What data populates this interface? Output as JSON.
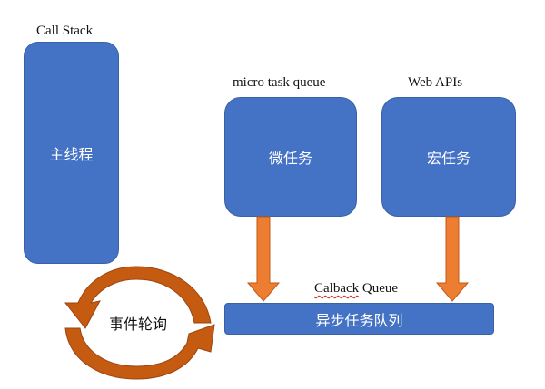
{
  "call_stack": {
    "title": "Call Stack",
    "box_label": "主线程"
  },
  "micro_task": {
    "title": "micro task queue",
    "box_label": "微任务"
  },
  "web_apis": {
    "title": "Web APIs",
    "box_label": "宏任务"
  },
  "callback_queue": {
    "title_part1": "Calback",
    "title_part2": " Queue",
    "box_label": "异步任务队列"
  },
  "event_loop": {
    "label": "事件轮询"
  },
  "colors": {
    "box_fill": "#4472c4",
    "arrow_fill": "#ed7d31",
    "loop_fill": "#c55a11"
  }
}
